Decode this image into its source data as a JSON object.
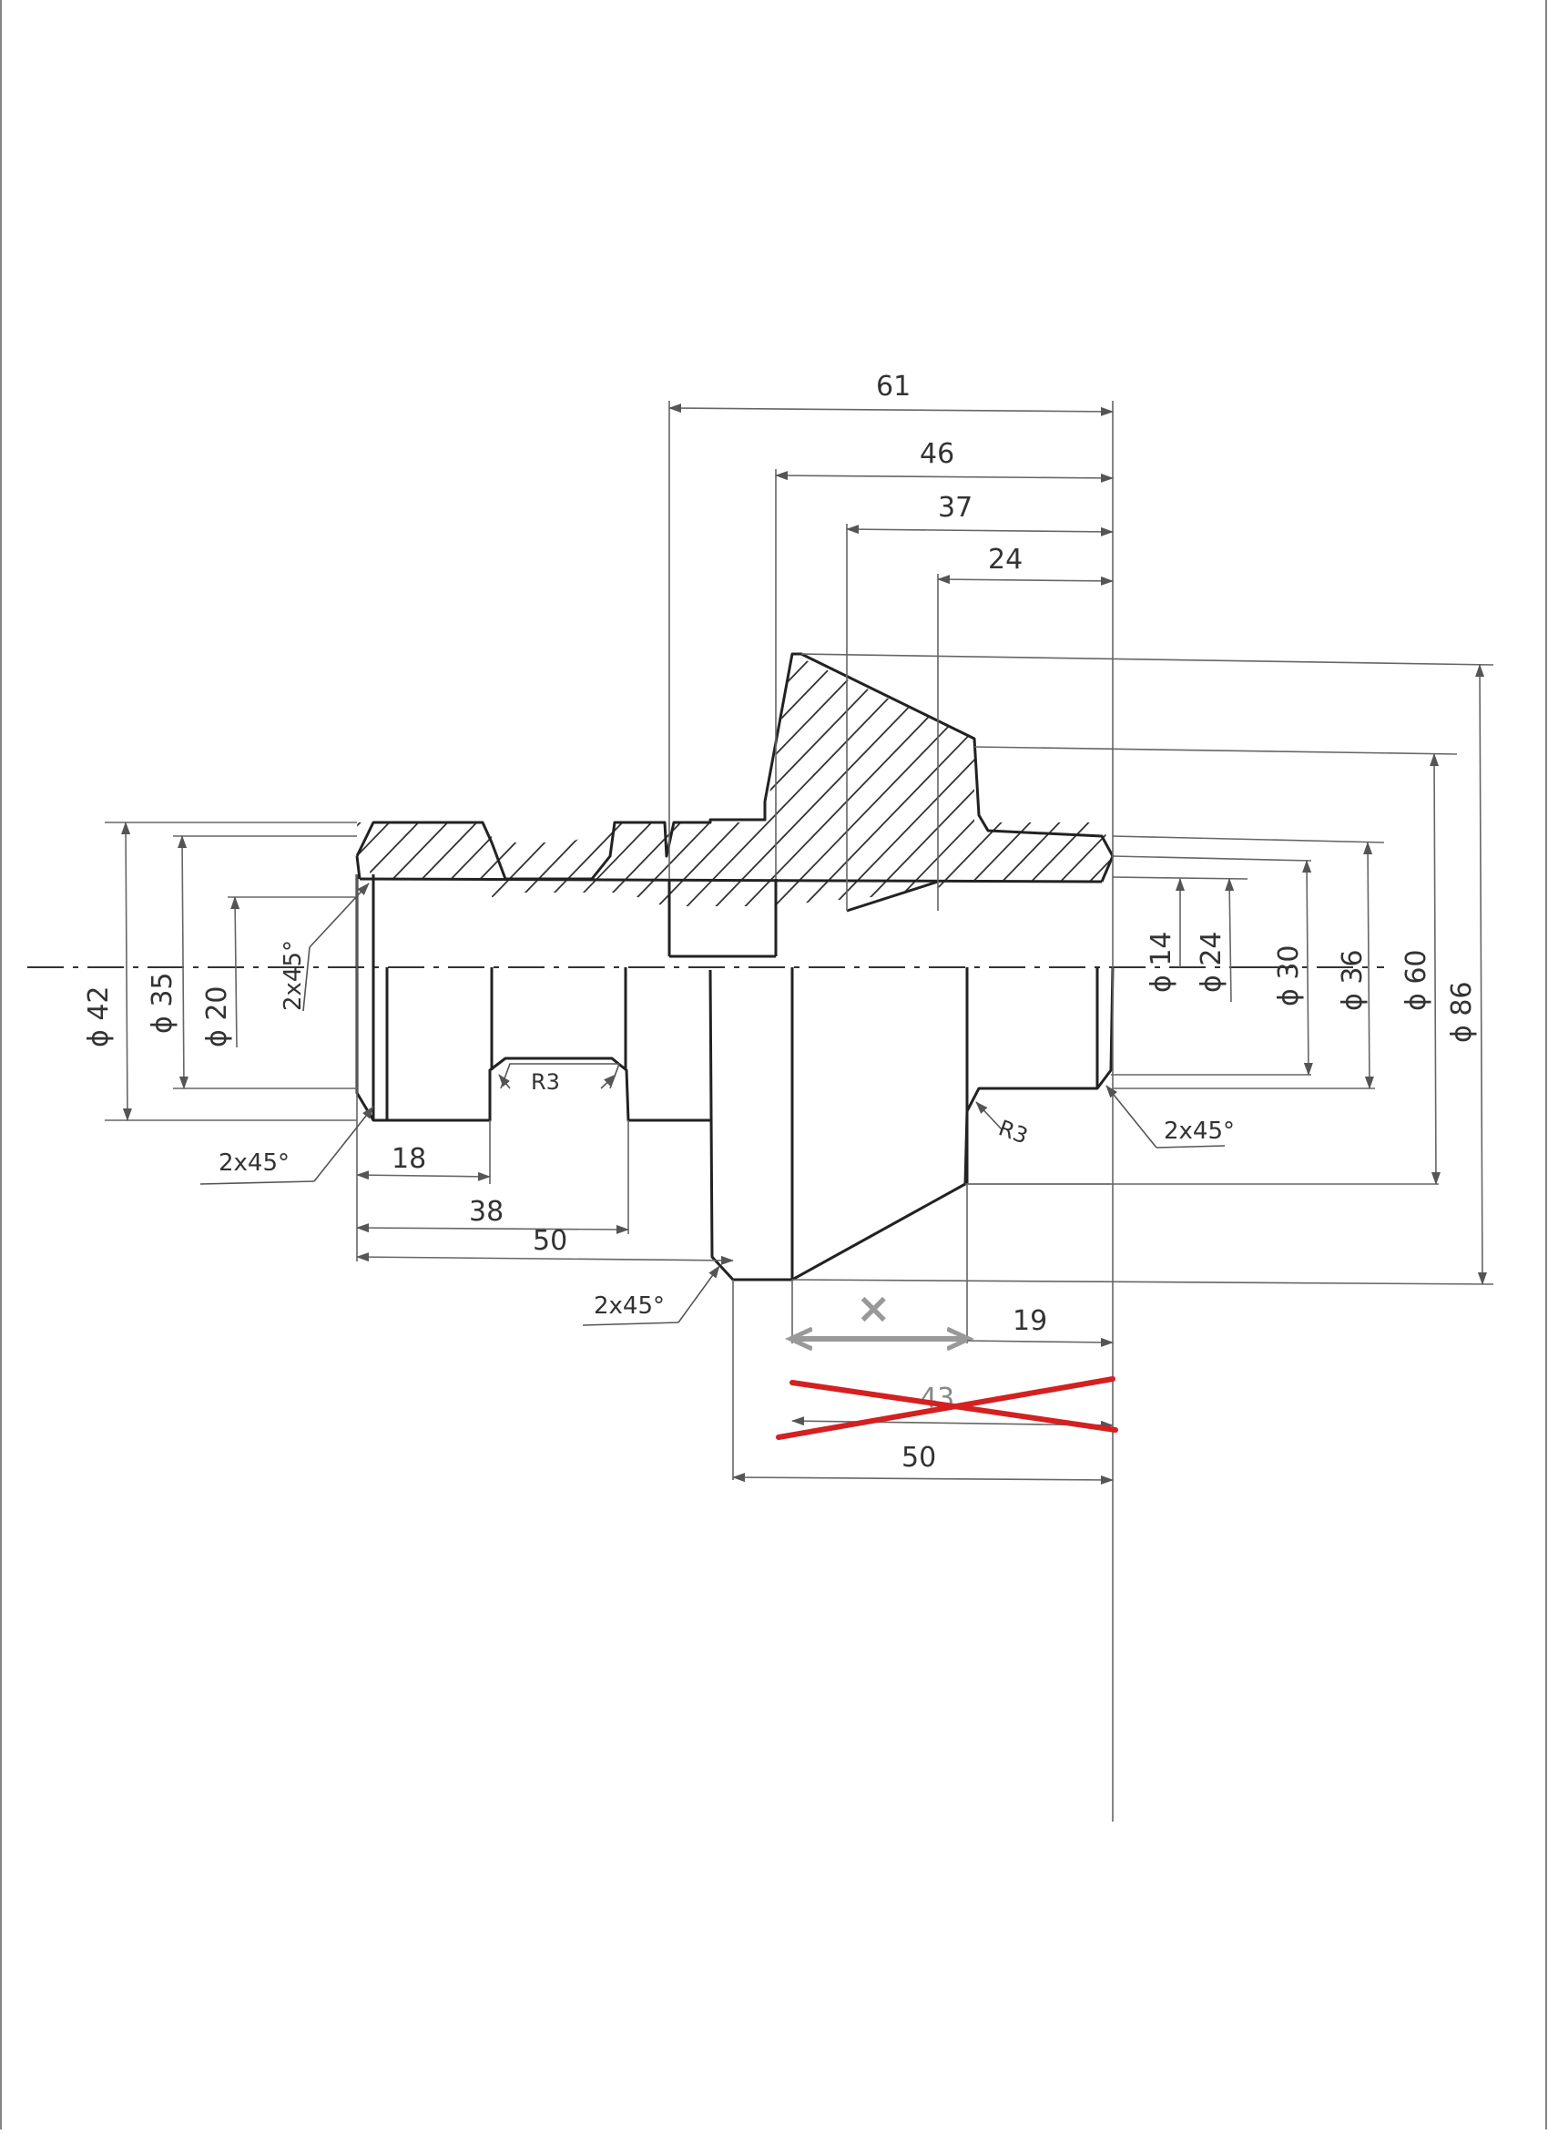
{
  "drawing": {
    "length_dims": {
      "d61": "61",
      "d46": "46",
      "d37": "37",
      "d24": "24",
      "d18": "18",
      "d38": "38",
      "d50_left": "50",
      "d19": "19",
      "d43_struck": "43",
      "d50_bottom": "50"
    },
    "diameter_dims": {
      "left_d42": "ϕ 42",
      "left_d35": "ϕ 35",
      "left_d20": "ϕ 20",
      "right_d14": "ϕ 14",
      "right_d24": "ϕ 24",
      "right_d30": "ϕ 30",
      "right_d36": "ϕ 36",
      "right_d60": "ϕ 60",
      "right_d86": "ϕ 86"
    },
    "chamfers": {
      "left_top_vertical": "2x45°",
      "left_bottom": "2x45°",
      "right_bottom": "2x45°",
      "bottom_center": "2x45°"
    },
    "radii": {
      "groove": "R3",
      "right_inner": "R3"
    },
    "unknown_marker": "×",
    "colors": {
      "line": "#222222",
      "unknown_arrow": "#999999",
      "strike": "#d42020"
    }
  }
}
